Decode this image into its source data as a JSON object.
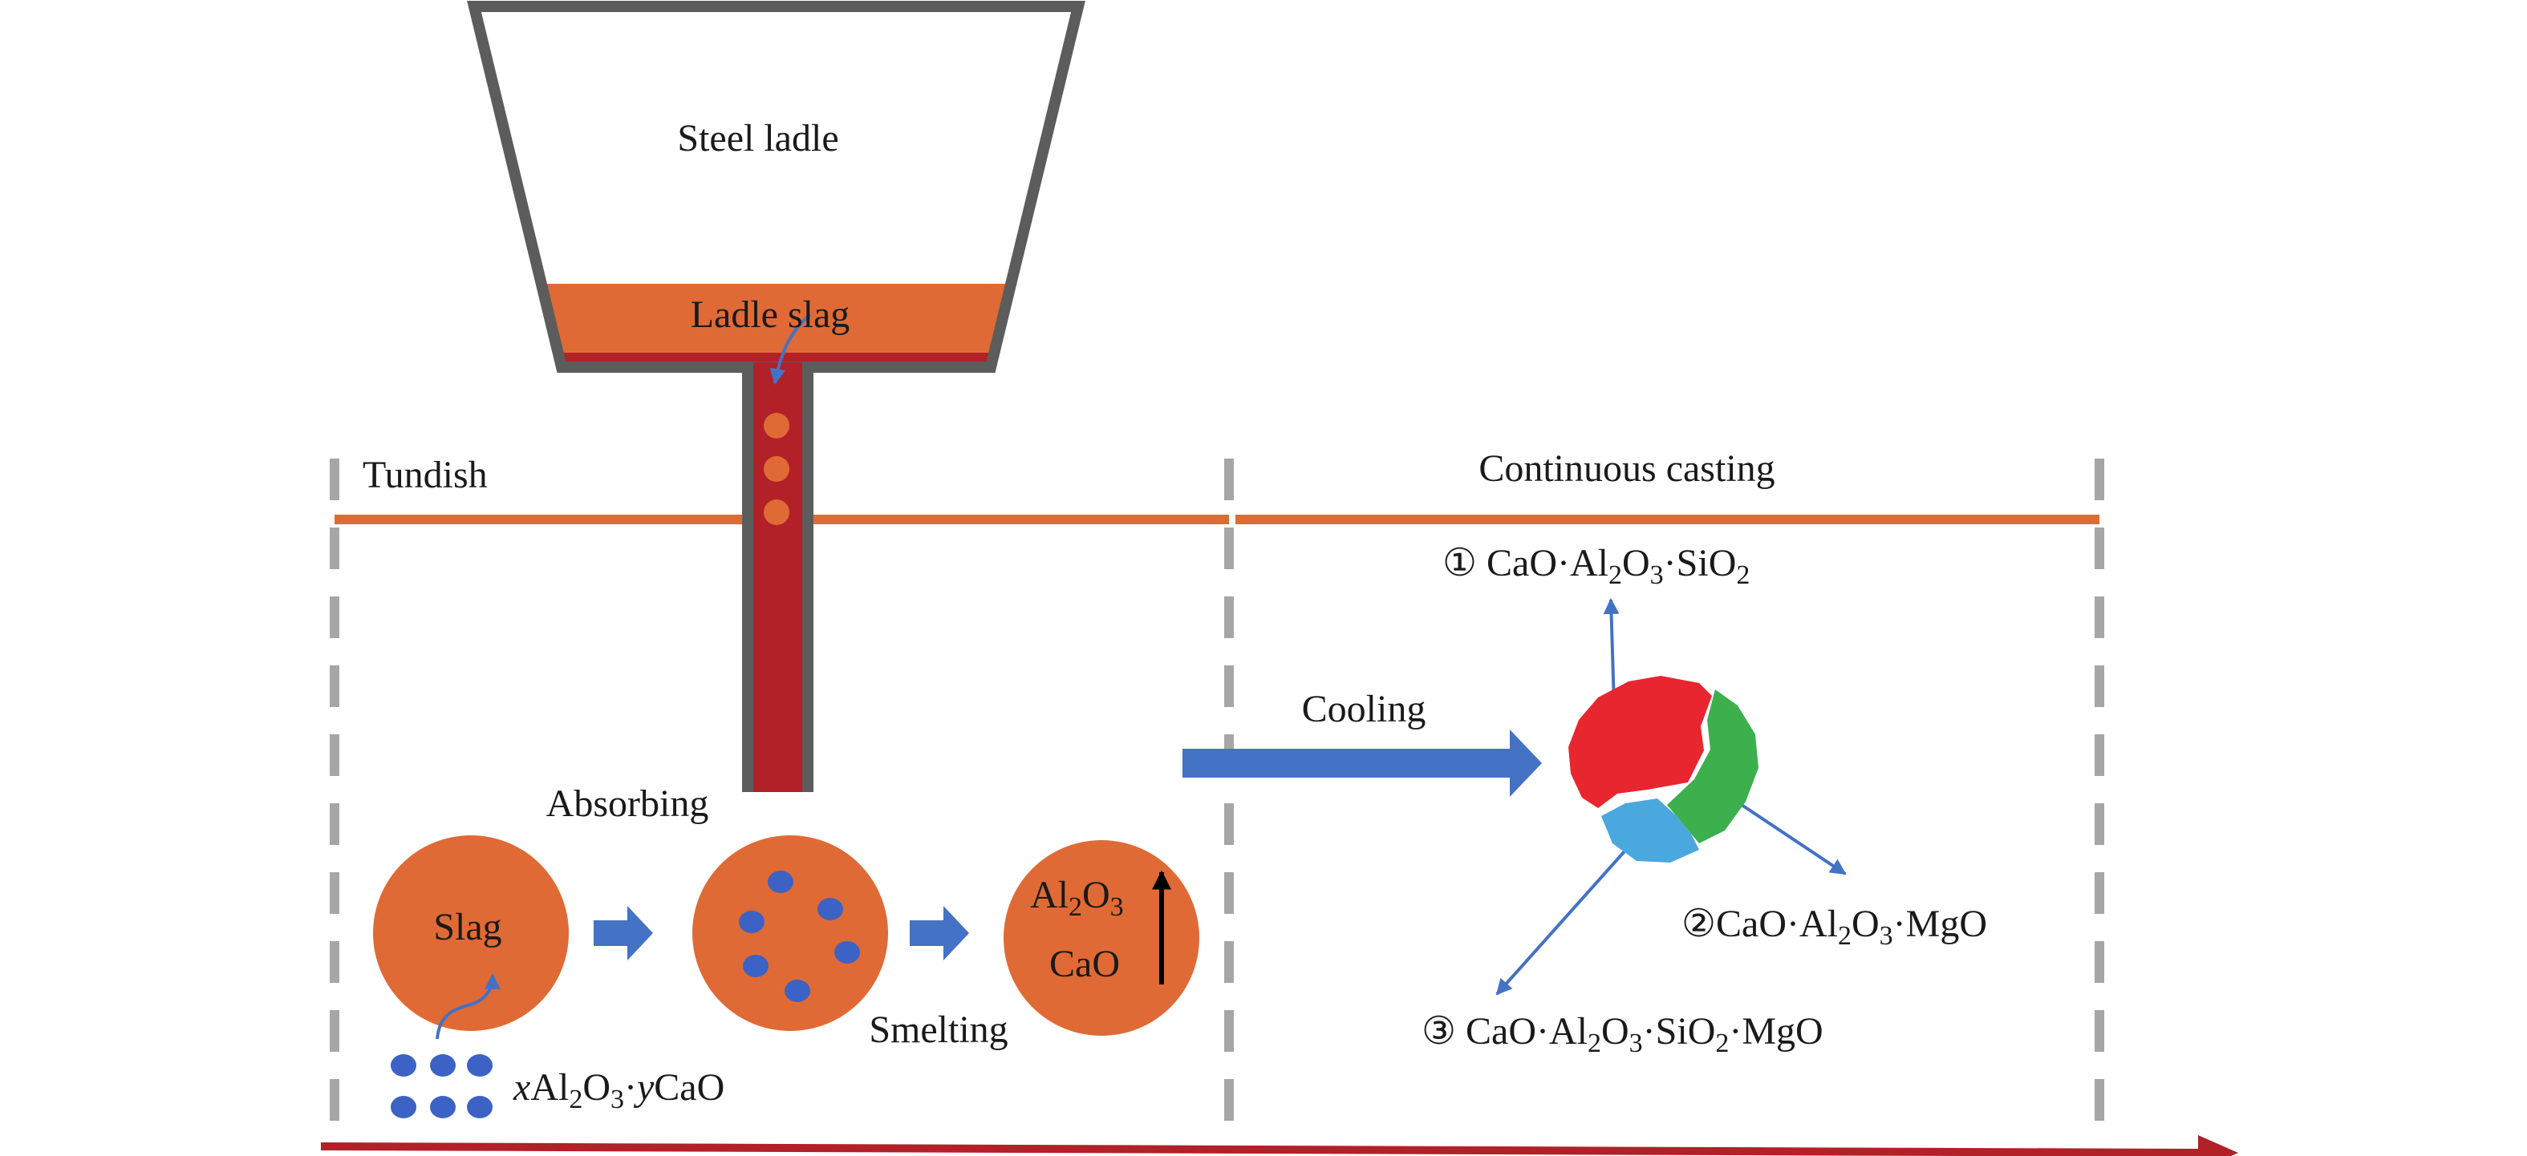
{
  "labels": {
    "steel_ladle": "Steel ladle",
    "ladle_slag": "Ladle slag",
    "tundish": "Tundish",
    "continuous_casting": "Continuous casting",
    "absorbing": "Absorbing",
    "slag": "Slag",
    "smelting": "Smelting",
    "cooling": "Cooling",
    "al2o3": {
      "base": "Al",
      "s1": "2",
      "mid": "O",
      "s2": "3"
    },
    "cao": "CaO",
    "inclusion_formula": {
      "x": "x",
      "al": "Al",
      "s1": "2",
      "o": "O",
      "s2": "3",
      "dot": "·",
      "y": "y",
      "cao": "CaO"
    },
    "phase1": {
      "num": "①",
      "a": " CaO·Al",
      "s1": "2",
      "b": "O",
      "s2": "3",
      "c": "·SiO",
      "s3": "2"
    },
    "phase2": {
      "num": "②",
      "a": "CaO·Al",
      "s1": "2",
      "b": "O",
      "s2": "3",
      "c": "·MgO"
    },
    "phase3": {
      "num": "③",
      "a": " CaO·Al",
      "s1": "2",
      "b": "O",
      "s2": "3",
      "c": "·SiO",
      "s3": "2",
      "d": "·MgO"
    }
  },
  "colors": {
    "slag_orange": "#e06a35",
    "stream_red": "#b22028",
    "ladle_outline": "#5c5c5c",
    "process_arrow_blue": "#4472c4",
    "inclusion_blue": "#3b62c4",
    "timeline_red": "#b22028",
    "divider_gray": "#a6a6a6",
    "phase_red": "#e82630",
    "phase_green": "#3db04e",
    "phase_blue": "#4aa8df"
  }
}
